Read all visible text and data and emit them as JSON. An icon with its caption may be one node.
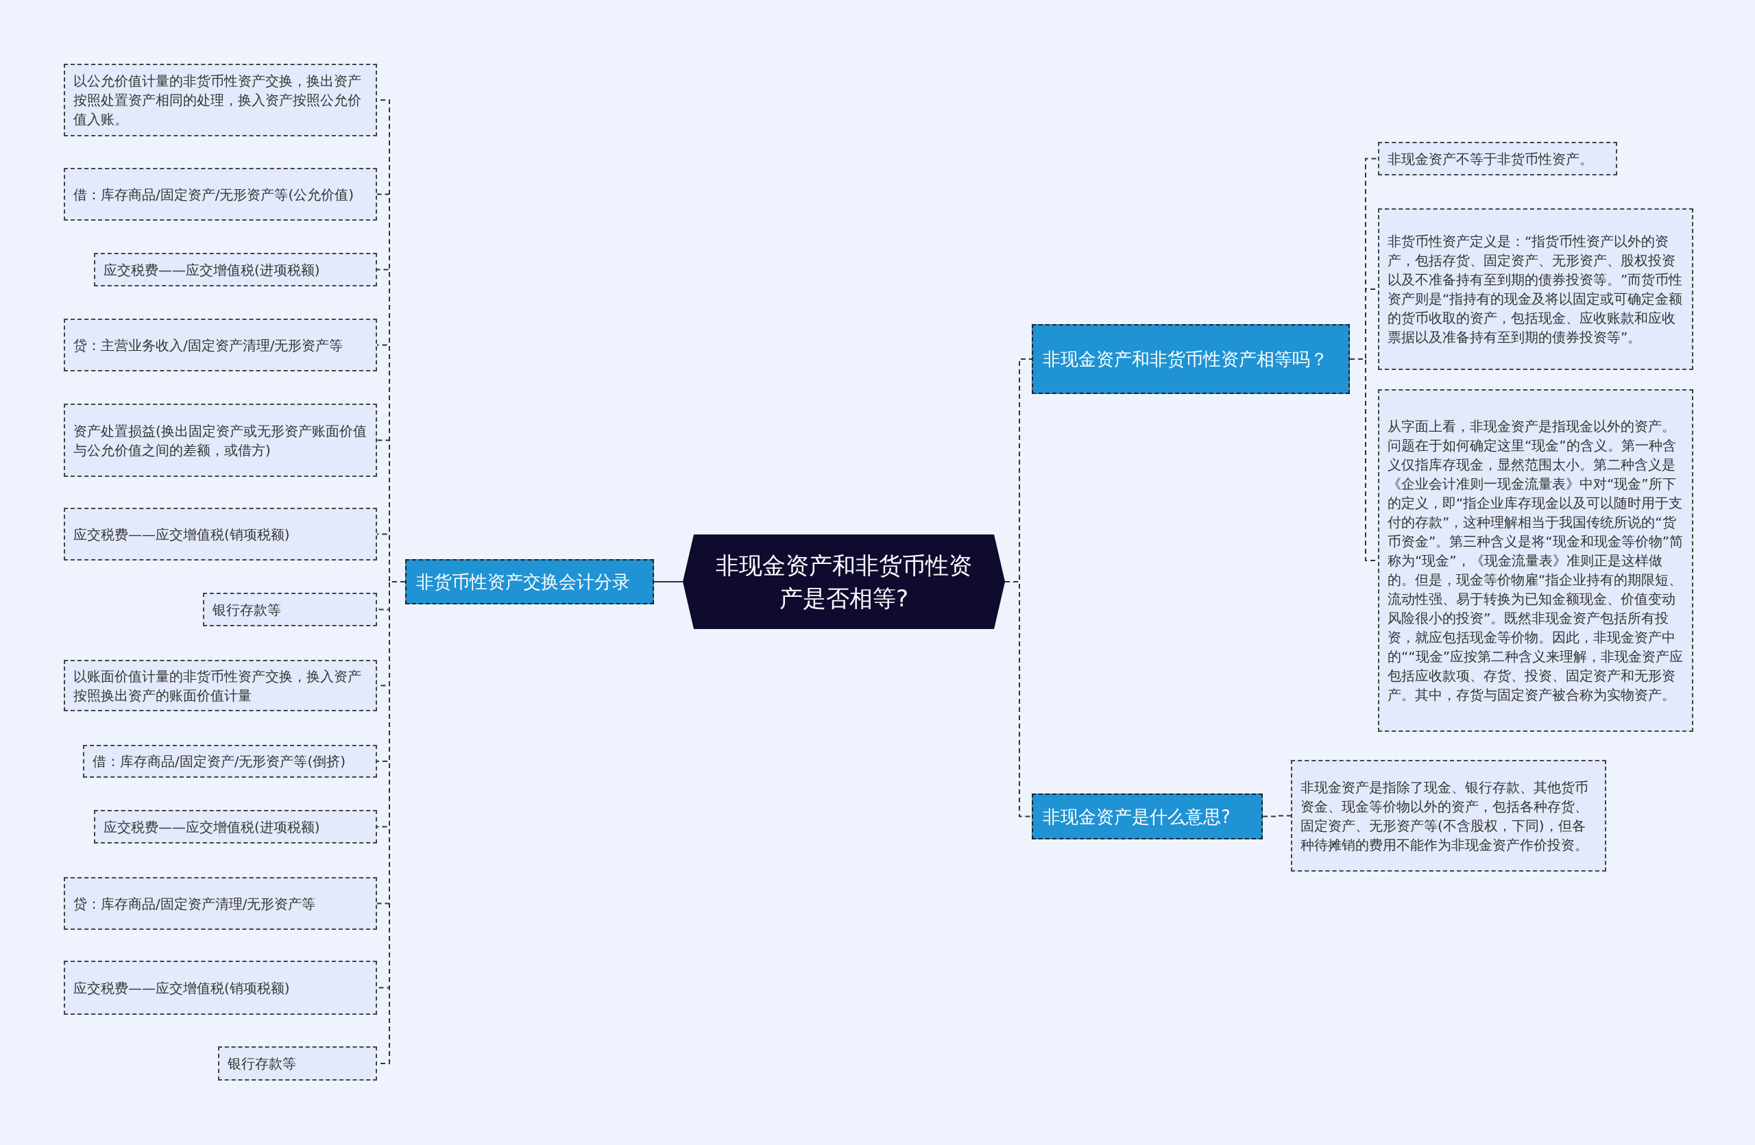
{
  "diagram": {
    "nodes": [
      {
        "text": [
          "非现金资产和非货币性资产是否相等?"
        ]
      },
      {
        "text": [
          "非货币性资产交换会计分录"
        ]
      },
      {
        "text": [
          "非现金资产和非货币性资产相等吗？"
        ]
      },
      {
        "text": [
          "非现金资产是什么意思?"
        ]
      },
      {
        "text": [
          "以公允价值计量的非货币性资产交换，换出资产按照处置资产相同的处理，换入资产按照公允价值入账。"
        ]
      },
      {
        "text": [
          "借：库存商品/固定资产/无形资产等(公允价值)"
        ]
      },
      {
        "text": [
          "应交税费——应交增值税(进项税额)"
        ]
      },
      {
        "text": [
          "贷：主营业务收入/固定资产清理/无形资产等"
        ]
      },
      {
        "text": [
          "资产处置损益(换出固定资产或无形资产账面价值与公允价值之间的差额，或借方)"
        ]
      },
      {
        "text": [
          "应交税费——应交增值税(销项税额)"
        ]
      },
      {
        "text": [
          "银行存款等"
        ]
      },
      {
        "text": [
          "以账面价值计量的非货币性资产交换，换入资产按照换出资产的账面价值计量"
        ]
      },
      {
        "text": [
          "借：库存商品/固定资产/无形资产等(倒挤)"
        ]
      },
      {
        "text": [
          "应交税费——应交增值税(进项税额)"
        ]
      },
      {
        "text": [
          "贷：库存商品/固定资产清理/无形资产等"
        ]
      },
      {
        "text": [
          "应交税费——应交增值税(销项税额)"
        ]
      },
      {
        "text": [
          "银行存款等"
        ]
      },
      {
        "text": [
          "非现金资产不等于非货币性资产。"
        ]
      },
      {
        "text": [
          "非货币性资产定义是：“指货币性资产以外的资产，包括存货、固定资产、无形资产、股权投资以及不准备持有至到期的债券投资等。”而货币性资产则是“指持有的现金及将以固定或可确定金额的货币收取的资产，包括现金、应收账款和应收票据以及准备持有至到期的债券投资等”。"
        ]
      },
      {
        "text": [
          "从字面上看，非现金资产是指现金以外的资产。问题在于如何确定这里“现金”的含义。第一种含义仅指库存现金，显然范围太小。第二种含义是《企业会计准则一现金流量表》中对“现金”所下的定义，即“指企业库存现金以及可以随时用于支付的存款”，这种理解相当于我国传统所说的“货币资金”。第三种含义是将“现金和现金等价物”简称为“现金”，《现金流量表》准则正是这样做的。但是，现金等价物雇“指企业持有的期限短、流动性强、易于转换为已知金额现金、价值变动风险很小的投资”。既然非现金资产包括所有投资，就应包括现金等价物。因此，非现金资产中的““现金”应按第二种含义来理解，非现金资产应包括应收款项、存货、投资、固定资产和无形资产。其中，存货与固定资产被合称为实物资产。"
        ]
      },
      {
        "text": [
          "非现金资产是指除了现金、银行存款、其他货币资金、现金等价物以外的资产，包括各种存货、固定资产、无形资产等(不含股权，下同)，但各种待摊销的费用不能作为非现金资产作价投资。"
        ]
      }
    ],
    "edges": [
      {
        "from": 0,
        "to": 1,
        "arrow": "none"
      },
      {
        "from": 0,
        "to": 2,
        "arrow": "none",
        "style": "dashed"
      },
      {
        "from": 0,
        "to": 3,
        "arrow": "none",
        "style": "dashed"
      },
      {
        "from": 1,
        "to": 4,
        "arrow": "none",
        "style": "dashed"
      },
      {
        "from": 1,
        "to": 5,
        "arrow": "none",
        "style": "dashed"
      },
      {
        "from": 1,
        "to": 6,
        "arrow": "none",
        "style": "dashed"
      },
      {
        "from": 1,
        "to": 7,
        "arrow": "none",
        "style": "dashed"
      },
      {
        "from": 1,
        "to": 8,
        "arrow": "none",
        "style": "dashed"
      },
      {
        "from": 1,
        "to": 9,
        "arrow": "none",
        "style": "dashed"
      },
      {
        "from": 1,
        "to": 10,
        "arrow": "none",
        "style": "dashed"
      },
      {
        "from": 1,
        "to": 11,
        "arrow": "none",
        "style": "dashed"
      },
      {
        "from": 1,
        "to": 12,
        "arrow": "none",
        "style": "dashed"
      },
      {
        "from": 1,
        "to": 13,
        "arrow": "none",
        "style": "dashed"
      },
      {
        "from": 1,
        "to": 14,
        "arrow": "none",
        "style": "dashed"
      },
      {
        "from": 1,
        "to": 15,
        "arrow": "none",
        "style": "dashed"
      },
      {
        "from": 1,
        "to": 16,
        "arrow": "none",
        "style": "dashed"
      },
      {
        "from": 2,
        "to": 17,
        "arrow": "none",
        "style": "dashed"
      },
      {
        "from": 2,
        "to": 18,
        "arrow": "none",
        "style": "dashed"
      },
      {
        "from": 2,
        "to": 19,
        "arrow": "none",
        "style": "dashed"
      },
      {
        "from": 3,
        "to": 20,
        "arrow": "none",
        "style": "dashed"
      }
    ]
  }
}
